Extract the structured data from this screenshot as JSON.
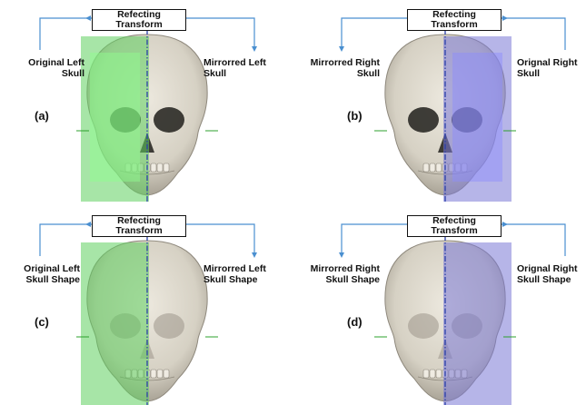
{
  "panels": [
    {
      "tag": "(a)",
      "transform": [
        "Refecting",
        "Transform"
      ],
      "left_label": [
        "Original Left",
        "Skull"
      ],
      "right_label": [
        "Mirrorred Left",
        "Skull"
      ],
      "plane_side": "left",
      "plane_color": "#5fcf5f",
      "detailed": true
    },
    {
      "tag": "(b)",
      "transform": [
        "Refecting",
        "Transform"
      ],
      "left_label": [
        "Mirrorred Right",
        "Skull"
      ],
      "right_label": [
        "Orignal Right",
        "Skull"
      ],
      "plane_side": "right",
      "plane_color": "#7a78d6",
      "detailed": true
    },
    {
      "tag": "(c)",
      "transform": [
        "Refecting",
        "Transform"
      ],
      "left_label": [
        "Original Left",
        "Skull Shape"
      ],
      "right_label": [
        "Mirrorred Left",
        "Skull Shape"
      ],
      "plane_side": "left",
      "plane_color": "#5fcf5f",
      "detailed": false
    },
    {
      "tag": "(d)",
      "transform": [
        "Refecting",
        "Transform"
      ],
      "left_label": [
        "Mirrorred Right",
        "Skull Shape"
      ],
      "right_label": [
        "Orignal Right",
        "Skull Shape"
      ],
      "plane_side": "right",
      "plane_color": "#7a78d6",
      "detailed": false
    }
  ],
  "colors": {
    "bone": "#d6d1c4",
    "bone_shade": "#a9a396",
    "arrow": "#4a8fd0",
    "axis": "#2a3fa8"
  },
  "icons": {
    "skull": "skull-render"
  }
}
